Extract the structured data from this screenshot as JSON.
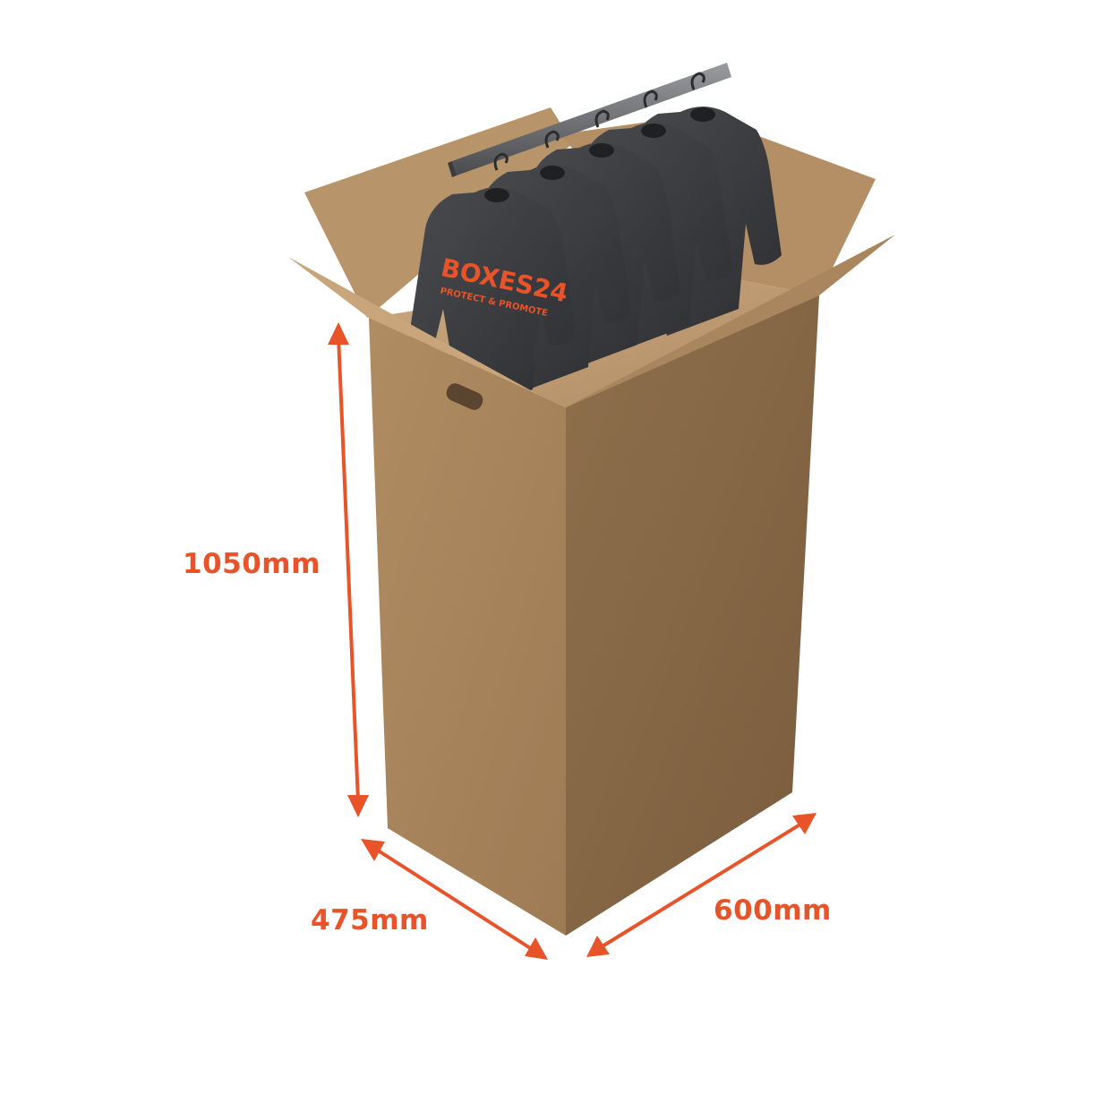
{
  "colors": {
    "accent": "#e8532a",
    "cardboard_front": "#a9865e",
    "cardboard_side": "#8c6c4a",
    "cardboard_inner": "#c4a27a",
    "shirt": "#38393c",
    "rail": "#5b5d60"
  },
  "product": {
    "logo_text": "BOXES24",
    "logo_tagline": "PROTECT & PROMOTE"
  },
  "dimensions": {
    "height": "1050mm",
    "depth": "475mm",
    "width": "600mm"
  }
}
